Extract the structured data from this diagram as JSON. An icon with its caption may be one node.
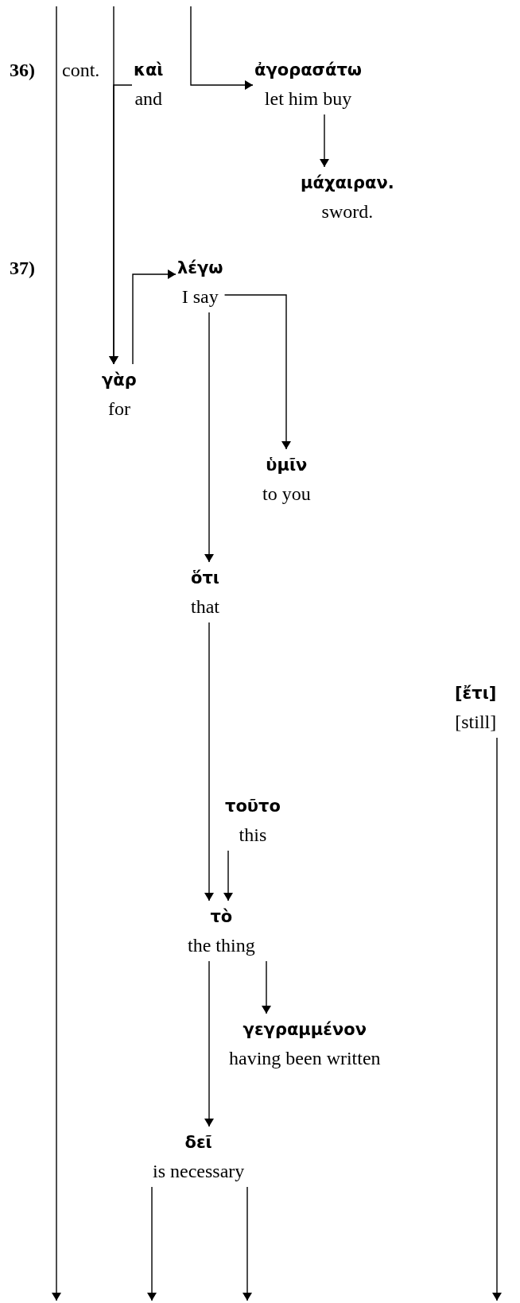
{
  "diagram": {
    "nodes": [
      {
        "text": [
          "καὶ",
          "and"
        ]
      },
      {
        "text": [
          "ἀγορασάτω",
          "let him buy"
        ]
      },
      {
        "text": [
          "μάχαιραν.",
          "sword."
        ]
      },
      {
        "text": [
          "λέγω",
          "I say"
        ]
      },
      {
        "text": [
          "γὰρ",
          "for"
        ]
      },
      {
        "text": [
          "ὑμῖν",
          "to you"
        ]
      },
      {
        "text": [
          "ὅτι",
          "that"
        ]
      },
      {
        "text": [
          "[ἔτι]",
          "[still]"
        ]
      },
      {
        "text": [
          "τοῦτο",
          "this"
        ]
      },
      {
        "text": [
          "τὸ",
          "the thing"
        ]
      },
      {
        "text": [
          "γεγραμμένον",
          "having been written"
        ]
      },
      {
        "text": [
          "δεῖ",
          "is necessary"
        ]
      }
    ],
    "edges": [
      {
        "from": null,
        "to": 4,
        "arrow": "to"
      },
      {
        "from": 0,
        "to": 4,
        "arrow": "to"
      },
      {
        "from": null,
        "to": 1,
        "arrow": "to"
      },
      {
        "from": 1,
        "to": 2,
        "arrow": "to"
      },
      {
        "from": 4,
        "to": 3,
        "arrow": "to"
      },
      {
        "from": 3,
        "to": 5,
        "arrow": "to"
      },
      {
        "from": 3,
        "to": 6,
        "arrow": "to"
      },
      {
        "from": 6,
        "to": 9,
        "arrow": "to"
      },
      {
        "from": 8,
        "to": 9,
        "arrow": "to"
      },
      {
        "from": 9,
        "to": 10,
        "arrow": "to"
      },
      {
        "from": 9,
        "to": 11,
        "arrow": "to"
      },
      {
        "from": 7,
        "to": null,
        "arrow": "to"
      },
      {
        "from": 11,
        "to": null,
        "arrow": "to"
      },
      {
        "from": 11,
        "to": null,
        "arrow": "to"
      }
    ],
    "labels": [
      "36)",
      "cont.",
      "37)"
    ]
  }
}
